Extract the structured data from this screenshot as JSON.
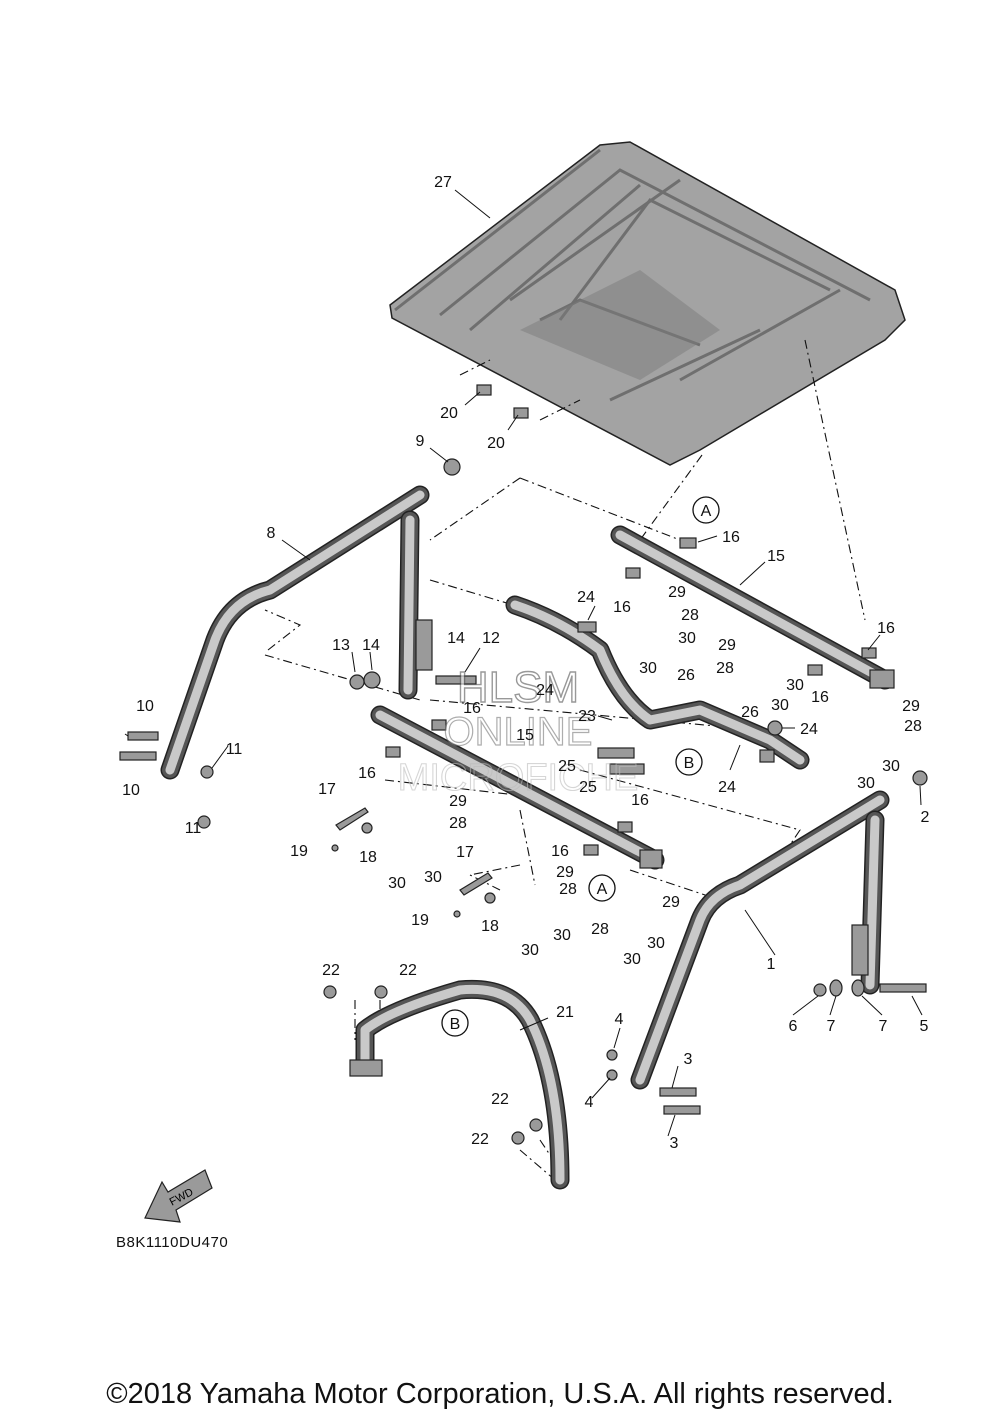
{
  "diagram_code": "B8K1110DU470",
  "copyright": "©2018 Yamaha Motor Corporation, U.S.A. All rights reserved.",
  "watermark": {
    "line1": "HLSM",
    "line2": "ONLINE",
    "line3": "MICROFICHE"
  },
  "fwd_label": "FWD",
  "ref_markers": {
    "a": "A",
    "b": "B"
  },
  "callouts": {
    "c27": "27",
    "c20a": "20",
    "c20b": "20",
    "c9": "9",
    "c8": "8",
    "c16a": "16",
    "c15a": "15",
    "c16b": "16",
    "c29a": "29",
    "c28a": "28",
    "c30a": "30",
    "c24a": "24",
    "c30b": "30",
    "c29b": "29",
    "c28b": "28",
    "c30c": "30",
    "c16c": "16",
    "c16d": "16",
    "c13": "13",
    "c14a": "14",
    "c14b": "14",
    "c12": "12",
    "c24b": "24",
    "c26a": "26",
    "c26b": "26",
    "c29c": "29",
    "c28c": "28",
    "c10a": "10",
    "c10b": "10",
    "c11a": "11",
    "c11b": "11",
    "c16e": "16",
    "c15b": "15",
    "c23": "23",
    "c24c": "24",
    "c30d": "30",
    "c16f": "16",
    "c25a": "25",
    "c25b": "25",
    "c24d": "24",
    "c2": "2",
    "c16g": "16",
    "c17a": "17",
    "c29d": "29",
    "c28d": "28",
    "c19a": "19",
    "c18a": "18",
    "c30e": "30",
    "c30f": "30",
    "c16h": "16",
    "c17b": "17",
    "c29e": "29",
    "c28e": "28",
    "c29f": "29",
    "c19b": "19",
    "c18b": "18",
    "c30g": "30",
    "c30h": "30",
    "c28f": "28",
    "c30i": "30",
    "c30j": "30",
    "c1": "1",
    "c22a": "22",
    "c22b": "22",
    "c21": "21",
    "c6": "6",
    "c7a": "7",
    "c7b": "7",
    "c5": "5",
    "c4a": "4",
    "c3a": "3",
    "c4b": "4",
    "c22c": "22",
    "c22d": "22",
    "c3b": "3"
  }
}
